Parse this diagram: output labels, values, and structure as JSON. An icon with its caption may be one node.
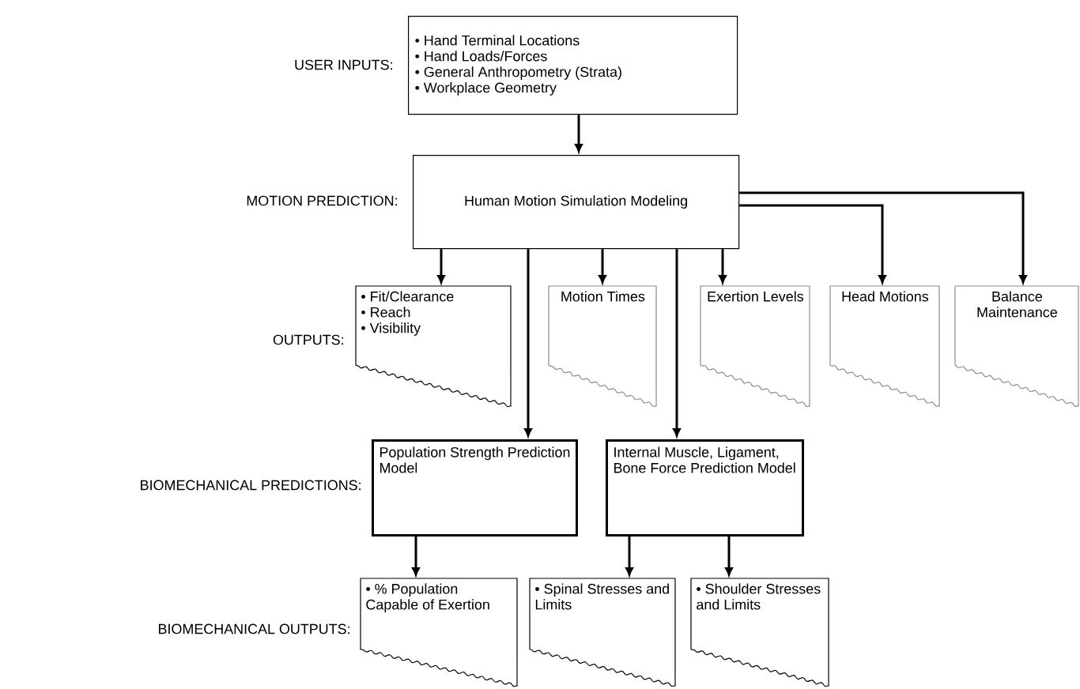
{
  "diagram": {
    "nodes": [
      {
        "text": [
          "• Hand Terminal Locations",
          "• Hand Loads/Forces",
          "• General Anthropometry (Strata)",
          "• Workplace Geometry"
        ]
      },
      {
        "text": [
          "Human Motion Simulation Modeling"
        ]
      },
      {
        "text": [
          "• Fit/Clearance",
          "• Reach",
          "• Visibility"
        ]
      },
      {
        "text": [
          "Motion Times"
        ]
      },
      {
        "text": [
          "Exertion Levels"
        ]
      },
      {
        "text": [
          "Head Motions"
        ]
      },
      {
        "text": [
          "Balance Maintenance"
        ]
      },
      {
        "text": [
          "Population Strength Prediction Model"
        ]
      },
      {
        "text": [
          "Internal Muscle, Ligament, Bone Force Prediction Model"
        ]
      },
      {
        "text": [
          "• % Population Capable of Exertion"
        ]
      },
      {
        "text": [
          "• Spinal Stresses and Limits"
        ]
      },
      {
        "text": [
          "• Shoulder Stresses and Limits"
        ]
      }
    ],
    "edges": [
      {
        "from": 0,
        "to": 1,
        "arrow": "to"
      },
      {
        "from": 1,
        "to": 2,
        "arrow": "to"
      },
      {
        "from": 1,
        "to": 7,
        "arrow": "to"
      },
      {
        "from": 1,
        "to": 3,
        "arrow": "to"
      },
      {
        "from": 1,
        "to": 8,
        "arrow": "to"
      },
      {
        "from": 1,
        "to": 4,
        "arrow": "to"
      },
      {
        "from": 1,
        "to": 5,
        "arrow": "to"
      },
      {
        "from": 1,
        "to": 6,
        "arrow": "to"
      },
      {
        "from": 7,
        "to": 9,
        "arrow": "to"
      },
      {
        "from": 8,
        "to": 10,
        "arrow": "to"
      },
      {
        "from": 8,
        "to": 11,
        "arrow": "to"
      }
    ],
    "labels": [
      "USER INPUTS:",
      "MOTION PREDICTION:",
      "OUTPUTS:",
      "BIOMECHANICAL PREDICTIONS:",
      "BIOMECHANICAL OUTPUTS:"
    ]
  }
}
